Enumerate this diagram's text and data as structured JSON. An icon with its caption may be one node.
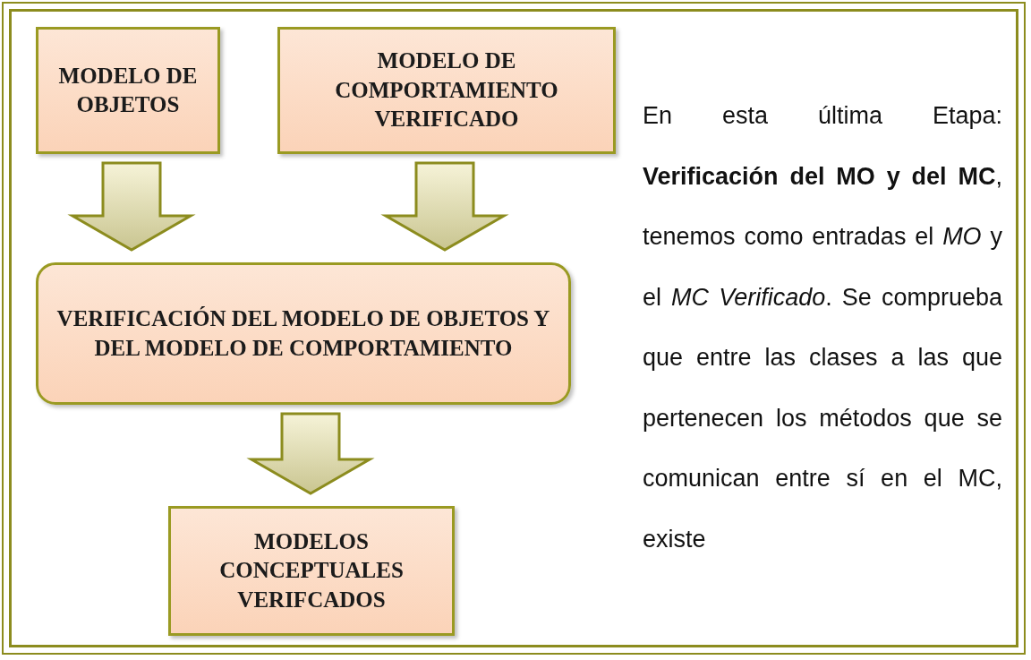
{
  "diagram": {
    "nodes": [
      {
        "text": [
          "MODELO DE OBJETOS"
        ]
      },
      {
        "text": [
          "MODELO DE COMPORTAMIENTO VERIFICADO"
        ]
      },
      {
        "text": [
          "VERIFICACIÓN DEL MODELO DE OBJETOS Y DEL MODELO DE COMPORTAMIENTO"
        ]
      },
      {
        "text": [
          "MODELOS CONCEPTUALES VERIFCADOS"
        ]
      }
    ],
    "edges": [
      {
        "from": 0,
        "to": 2,
        "arrow": "to"
      },
      {
        "from": 1,
        "to": 2,
        "arrow": "to"
      },
      {
        "from": 2,
        "to": 3,
        "arrow": "to"
      }
    ],
    "labels": [
      "En esta última Etapa: **Verificación del MO y del MC**, tenemos como entradas el *MO* y el *MC Verificado*. Se comprueba que entre las clases a las que pertenecen los métodos que se comunican entre sí en el MC, existe"
    ]
  }
}
